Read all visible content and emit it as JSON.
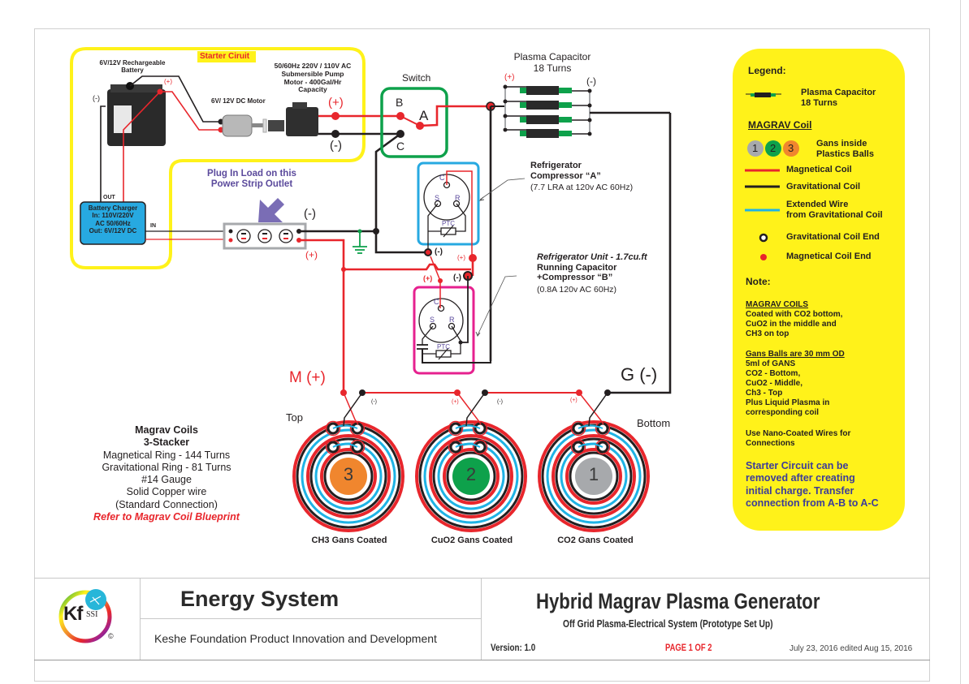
{
  "starter_circuit": {
    "title": "Starter Ciruit",
    "battery_label_line1": "6V/12V Rechargeable",
    "battery_label_line2": "Battery",
    "battery_pos": "(+)",
    "battery_neg": "(-)",
    "dc_motor_label": "6V/ 12V DC Motor",
    "pump_label_lines": [
      "50/60Hz 220V / 110V  AC",
      "Submersible Pump",
      "Motor - 400Gal/Hr",
      "Capacity"
    ],
    "pump_pos": "(+)",
    "pump_neg": "(-)",
    "charger_out": "OUT",
    "charger_in": "IN",
    "charger_lines": [
      "Battery Charger",
      "In: 110V/220V",
      "AC 50/60Hz",
      "Out: 6V/12V DC"
    ]
  },
  "power_strip": {
    "callout_line1": "Plug In Load on this",
    "callout_line2": "Power Strip Outlet",
    "neg": "(-)",
    "pos": "(+)"
  },
  "switch": {
    "label": "Switch",
    "terminal_b": "B",
    "terminal_a": "A",
    "terminal_c": "C"
  },
  "plasma_capacitor": {
    "title_line1": "Plasma Capacitor",
    "title_line2": "18 Turns",
    "pos": "(+)",
    "neg": "(-)"
  },
  "compressor_a": {
    "title_line1": "Refrigerator",
    "title_line2": "Compressor “A”",
    "spec": "(7.7 LRA at 120v AC 60Hz)",
    "pin_c": "C",
    "pin_s": "S",
    "pin_r": "R",
    "ptc": "PTC",
    "neg": "(-)",
    "pos": "(+)"
  },
  "compressor_b": {
    "title_line1": "Refrigerator Unit - 1.7cu.ft",
    "title_line2": "Running Capacitor",
    "title_line3": "+Compressor “B”",
    "spec": "(0.8A 120v AC 60Hz)",
    "pin_c": "C",
    "pin_s": "S",
    "pin_r": "R",
    "ptc": "PTC",
    "pos": "(+)",
    "neg": "(-)"
  },
  "coils": {
    "m_label": "M (+)",
    "g_label": "G (-)",
    "top_label": "Top",
    "bottom_label": "Bottom",
    "link_labels": [
      "(-)",
      "(+)",
      "(-)",
      "(+)"
    ],
    "items": [
      {
        "number": "3",
        "caption": "CH3 Gans Coated",
        "ball_color": "#f0862e"
      },
      {
        "number": "2",
        "caption": "CuO2 Gans Coated",
        "ball_color": "#0ea14b"
      },
      {
        "number": "1",
        "caption": "CO2 Gans Coated",
        "ball_color": "#a7a9ac"
      }
    ]
  },
  "coil_specs": {
    "title_line1": "Magrav Coils",
    "title_line2": "3-Stacker",
    "lines": [
      "Magnetical Ring - 144 Turns",
      "Gravitational Ring - 81 Turns",
      "#14 Gauge",
      "Solid Copper wire",
      "(Standard Connection)"
    ],
    "blueprint_ref": "Refer to Magrav Coil Blueprint"
  },
  "legend": {
    "title": "Legend:",
    "capacitor_line1": "Plasma Capacitor",
    "capacitor_line2": "18 Turns",
    "magrav_heading": "MAGRAV Coil",
    "balls": [
      "1",
      "2",
      "3"
    ],
    "gans_line1": "Gans inside",
    "gans_line2": "Plastics Balls",
    "magnetical_coil": "Magnetical Coil",
    "gravitational_coil": "Gravitational Coil",
    "extended_line1": "Extended Wire",
    "extended_line2": "from Gravitational Coil",
    "grav_end": "Gravitational Coil End",
    "mag_end": "Magnetical Coil End",
    "colors": {
      "magnetical": "#e8262c",
      "gravitational": "#231f20",
      "extended": "#1fb3e5",
      "panel": "#fff21a"
    }
  },
  "notes": {
    "title": "Note:",
    "magrav_heading": "MAGRAV COILS",
    "magrav_lines": [
      "Coated with CO2 bottom,",
      "CuO2 in the middle and",
      "CH3 on top"
    ],
    "gans_heading": "Gans Balls are 30 mm OD",
    "gans_lines": [
      "5ml of GANS",
      "CO2 - Bottom,",
      "CuO2 - Middle,",
      "Ch3 - Top",
      "Plus  Liquid Plasma in",
      "corresponding coil"
    ],
    "wires_lines": [
      "Use Nano-Coated Wires for",
      "Connections"
    ],
    "starter_lines": [
      "Starter Circuit can be",
      "removed after creating",
      "initial charge. Transfer",
      "connection from A-B to A-C"
    ]
  },
  "title_block": {
    "logo_text": "Kf",
    "logo_sub": "SSI",
    "copyright": "©",
    "system": "Energy System",
    "organization": "Keshe Foundation Product Innovation and Development",
    "title": "Hybrid Magrav Plasma Generator",
    "subtitle": "Off Grid Plasma-Electrical System (Prototype Set Up)",
    "version": "Version: 1.0",
    "page": "PAGE 1 OF 2",
    "date": "July 23, 2016  edited Aug 15, 2016"
  }
}
